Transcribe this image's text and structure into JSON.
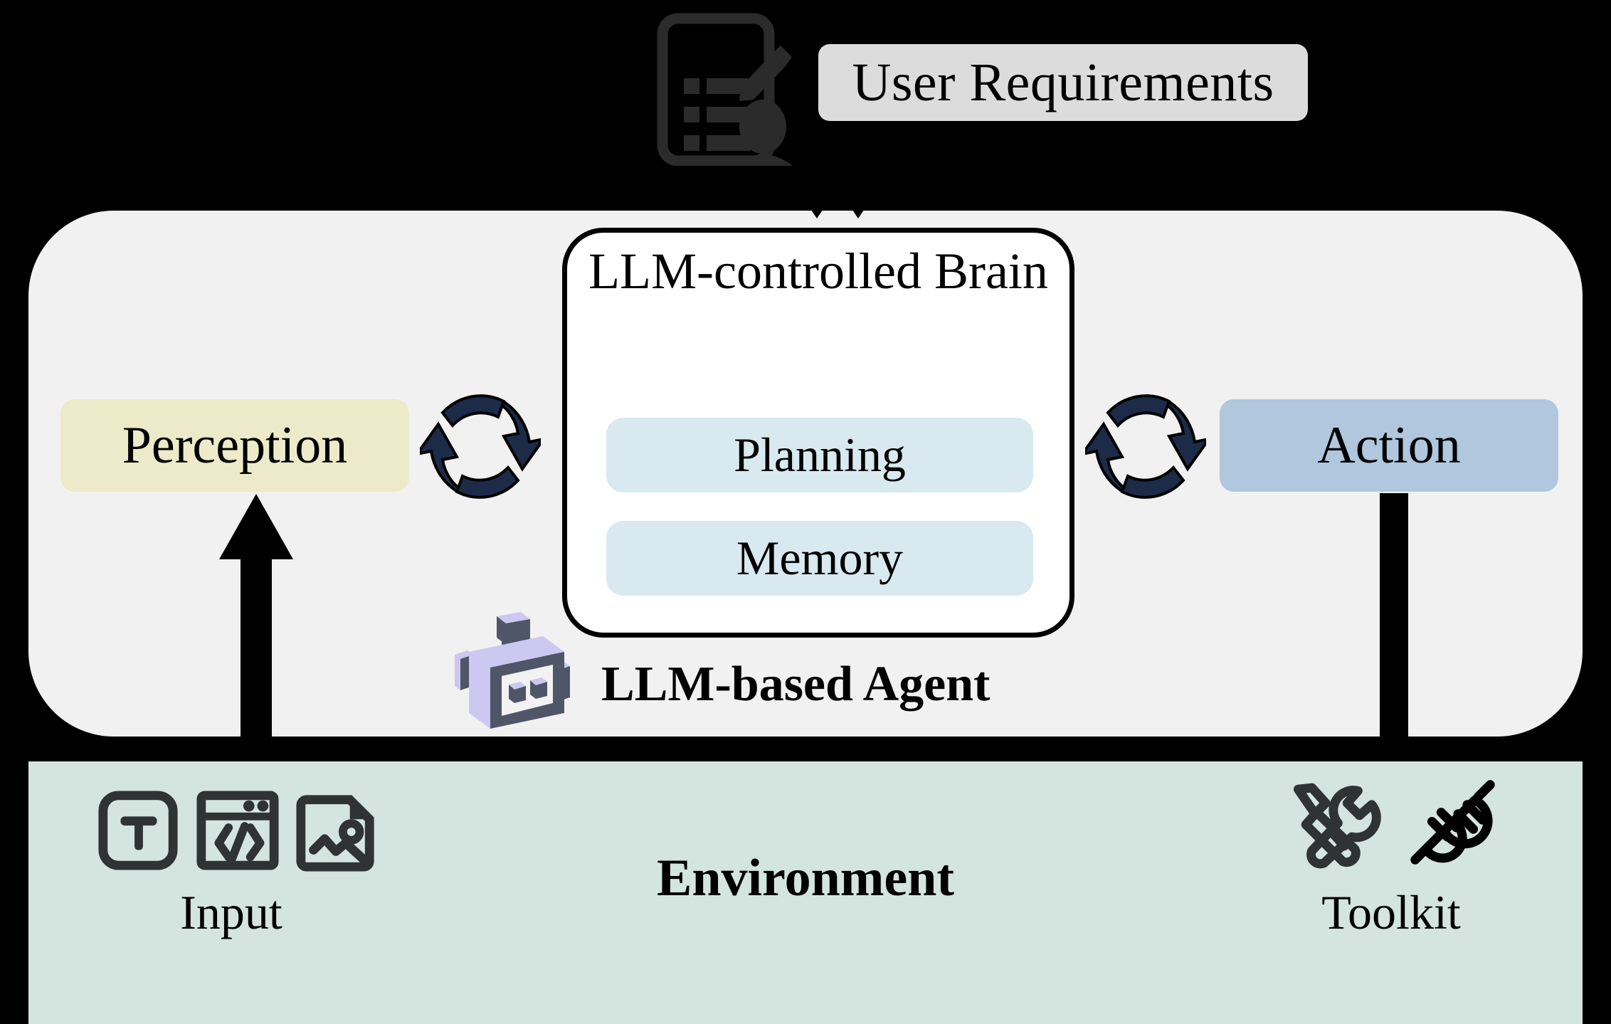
{
  "top": {
    "requirements_icon": "requirements-document-icon",
    "requirements_label": "User Requirements"
  },
  "agent": {
    "label": "LLM-based Agent",
    "robot_icon": "robot-icon",
    "brain": {
      "title": "LLM-controlled Brain",
      "modules": [
        {
          "label": "Planning"
        },
        {
          "label": "Memory"
        }
      ]
    },
    "perception": {
      "label": "Perception"
    },
    "action": {
      "label": "Action"
    },
    "cycle_left_icon": "refresh-cycle-icon",
    "cycle_right_icon": "refresh-cycle-icon"
  },
  "environment": {
    "label": "Environment",
    "input": {
      "label": "Input",
      "icons": [
        "text-input-icon",
        "code-window-icon",
        "image-file-icon"
      ]
    },
    "toolkit": {
      "label": "Toolkit",
      "icons": [
        "screwdriver-wrench-icon",
        "plug-connector-icon"
      ]
    }
  },
  "colors": {
    "background": "#000000",
    "agent_panel": "#f1f1f1",
    "environment_panel": "#d4e4de",
    "perception": "#edeac9",
    "action": "#b0c7de",
    "brain_module": "#d8e9f0",
    "requirements_label": "#dcdcdc",
    "cycle_arrow": "#1b2b48",
    "robot_dark": "#4e5668",
    "robot_light": "#ccc8f2",
    "icon_stroke": "#2f3334"
  }
}
